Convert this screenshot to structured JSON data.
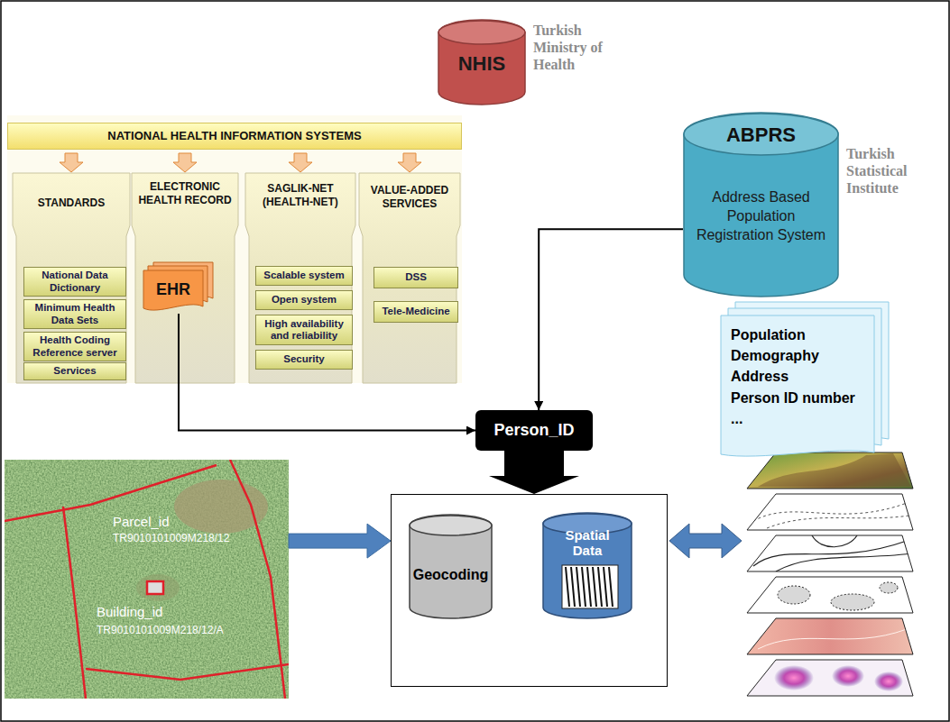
{
  "diagram": {
    "nodes": [
      {
        "text": [
          "NHIS",
          "Turkish Ministry of Health"
        ]
      },
      {
        "text": [
          "NATIONAL HEALTH INFORMATION SYSTEMS"
        ]
      },
      {
        "text": [
          "STANDARDS"
        ],
        "in": 1
      },
      {
        "text": [
          "National Data Dictionary"
        ],
        "in": 2
      },
      {
        "text": [
          "Minimum Health Data Sets"
        ],
        "in": 2
      },
      {
        "text": [
          "Health Coding Reference server"
        ],
        "in": 2
      },
      {
        "text": [
          "Services"
        ],
        "in": 2
      },
      {
        "text": [
          "ELECTRONIC HEALTH RECORD"
        ],
        "in": 1
      },
      {
        "text": [
          "EHR"
        ],
        "in": 7
      },
      {
        "text": [
          "SAGLIK-NET (HEALTH-NET)"
        ],
        "in": 1
      },
      {
        "text": [
          "Scalable system"
        ],
        "in": 9
      },
      {
        "text": [
          "Open system"
        ],
        "in": 9
      },
      {
        "text": [
          "High availability and reliability"
        ],
        "in": 9
      },
      {
        "text": [
          "Security"
        ],
        "in": 9
      },
      {
        "text": [
          "VALUE-ADDED SERVICES"
        ],
        "in": 1
      },
      {
        "text": [
          "DSS"
        ],
        "in": 14
      },
      {
        "text": [
          "Tele-Medicine"
        ],
        "in": 14
      },
      {
        "text": [
          "ABPRS",
          "Address Based Population Registration System",
          "Turkish Statistical Institute"
        ]
      },
      {
        "text": [
          "Population",
          "Demography",
          "Address",
          "Person ID number",
          "..."
        ]
      },
      {
        "text": [
          "Person_ID"
        ]
      },
      {
        "text": [
          "Parcel_id",
          "TR9010101009M218/12",
          "Building_id",
          "TR9010101009M218/12/A"
        ]
      },
      {
        "text": []
      },
      {
        "text": [
          "Geocoding"
        ],
        "in": 21
      },
      {
        "text": [
          "Spatial Data"
        ],
        "in": 21
      }
    ],
    "edges": [
      {
        "from": 8,
        "to": 19,
        "arrow": "to"
      },
      {
        "from": 17,
        "to": 19,
        "arrow": "to"
      },
      {
        "from": 19,
        "to": 21,
        "arrow": "to"
      },
      {
        "from": 20,
        "to": 21,
        "arrow": "to"
      }
    ]
  }
}
